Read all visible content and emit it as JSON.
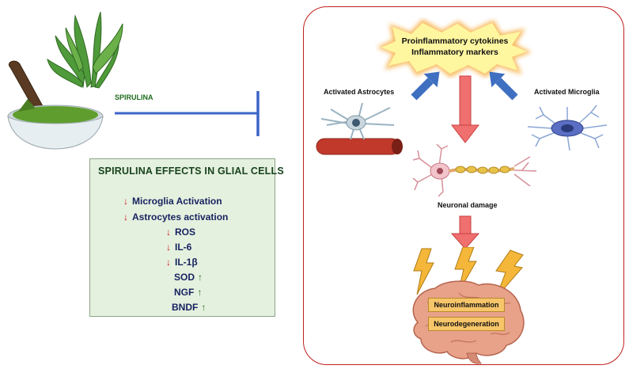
{
  "spirulina": {
    "label": "SPIRULINA"
  },
  "effects": {
    "title": "SPIRULINA  EFFECTS IN GLIAL CELLS",
    "items": [
      {
        "label": "Microglia Activation",
        "direction": "down"
      },
      {
        "label": "Astrocytes activation",
        "direction": "down"
      },
      {
        "label": "ROS",
        "direction": "down"
      },
      {
        "label": "IL-6",
        "direction": "down"
      },
      {
        "label": "IL-1β",
        "direction": "down"
      },
      {
        "label": "SOD",
        "direction": "up"
      },
      {
        "label": "NGF",
        "direction": "up"
      },
      {
        "label": "BNDF",
        "direction": "up"
      }
    ],
    "arrow_down": "↓",
    "arrow_up": "↑"
  },
  "panel": {
    "cytokines_line1": "Proinflammatory cytokines",
    "cytokines_line2": "Inflammatory markers",
    "astrocytes_label": "Activated Astrocytes",
    "microglia_label": "Activated Microglia",
    "neuronal_damage_label": "Neuronal damage",
    "neuroinflammation": "Neuroinflammation",
    "neurodegeneration": "Neurodegeneration"
  },
  "colors": {
    "inhibition_line": "#3c64c8",
    "panel_border": "#c02020",
    "effects_box_bg": "#e5f1df",
    "red_arrow": "#f07070",
    "blue_arrow": "#3f6fc0",
    "burst_fill": "#fff6a0",
    "burst_glow": "#f5a020",
    "lightning": "#f4b73a",
    "brain": "#e8a28a"
  }
}
